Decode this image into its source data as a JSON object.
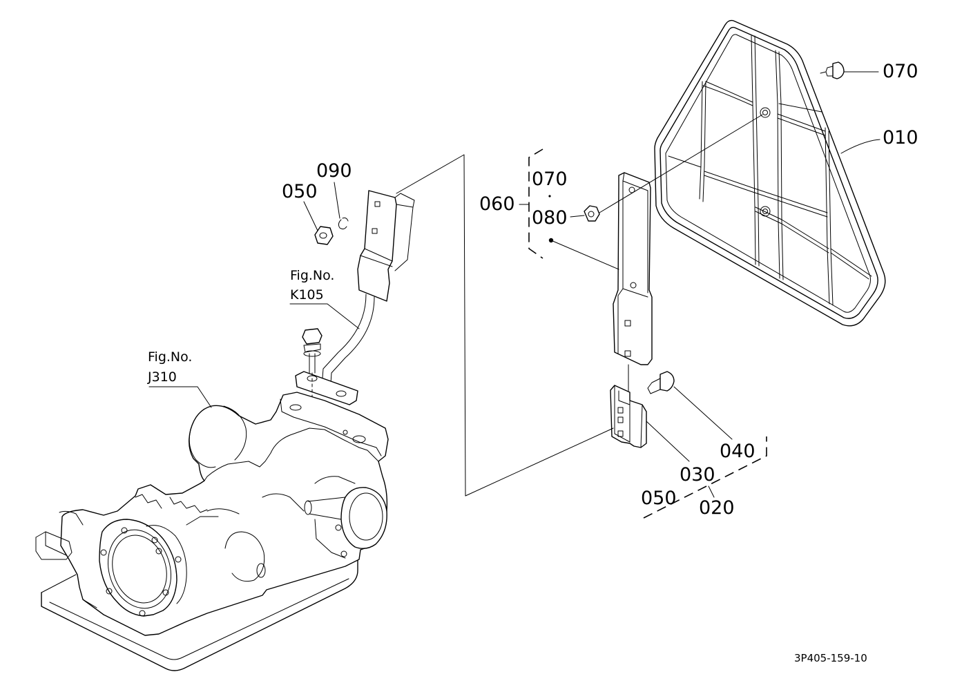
{
  "diagram": {
    "callouts": {
      "p010": "010",
      "p070_top": "070",
      "p060": "060",
      "p070_group": "070",
      "p080": "080",
      "p090": "090",
      "p050_left": "050",
      "p040": "040",
      "p030": "030",
      "p050_bottom": "050",
      "p020": "020"
    },
    "references": {
      "k105_line1": "Fig.No.",
      "k105_line2": "K105",
      "j310_line1": "Fig.No.",
      "j310_line2": "J310"
    },
    "drawing_code": "3P405-159-10"
  }
}
